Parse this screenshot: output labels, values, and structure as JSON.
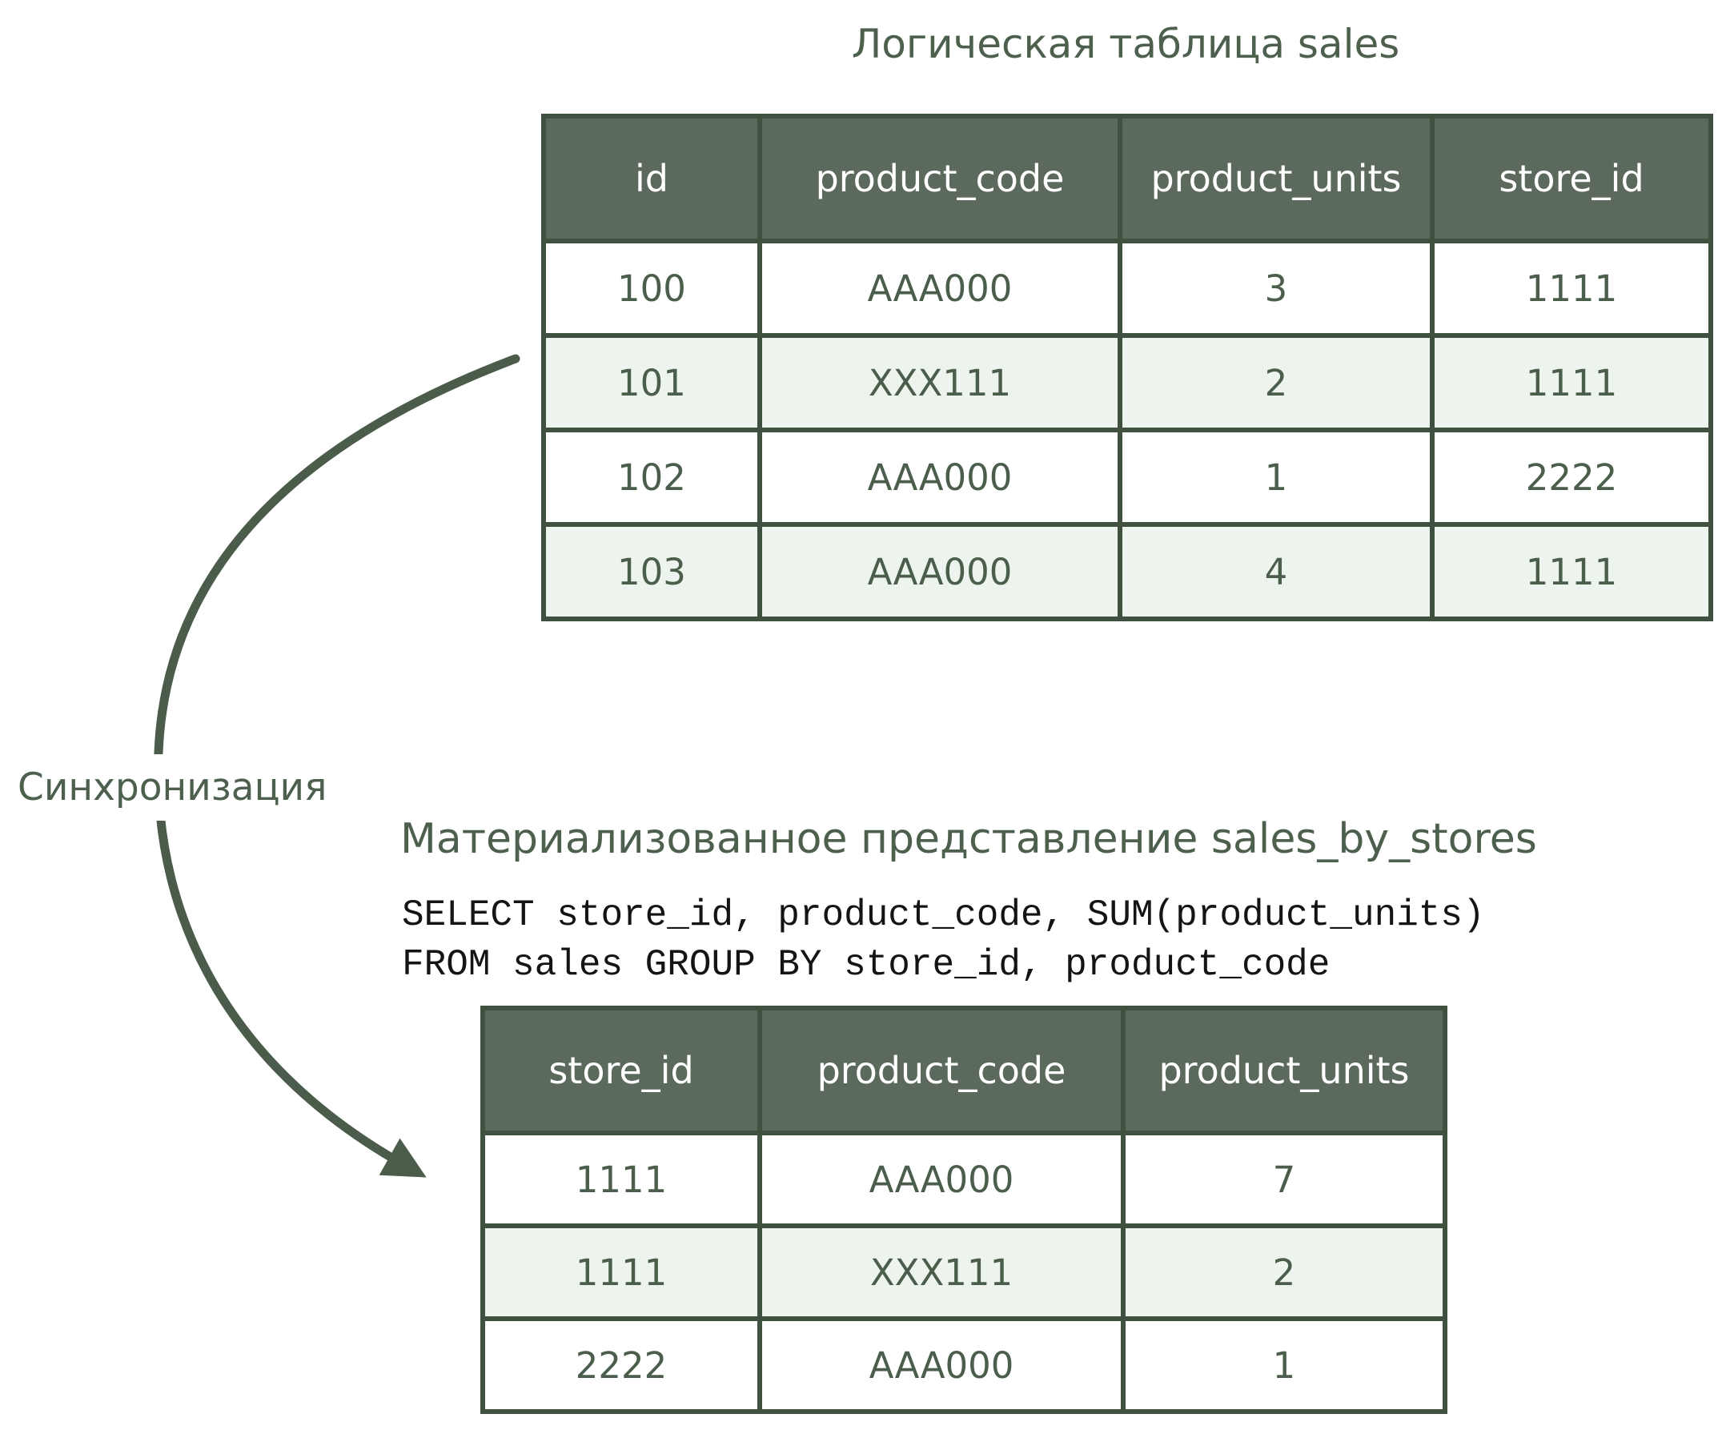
{
  "colors": {
    "background": "#ffffff",
    "header_bg": "#5c6a5e",
    "header_text": "#ffffff",
    "row_bg": "#ffffff",
    "row_alt_bg": "#edf4ed",
    "border": "#40513f",
    "cell_text": "#4b5d4b",
    "title_text": "#4d604e",
    "sql_text": "#141414",
    "arrow": "#4b5c4a"
  },
  "logical_table": {
    "title": "Логическая таблица sales",
    "columns": [
      "id",
      "product_code",
      "product_units",
      "store_id"
    ],
    "rows": [
      [
        "100",
        "AAA000",
        "3",
        "1111"
      ],
      [
        "101",
        "XXX111",
        "2",
        "1111"
      ],
      [
        "102",
        "AAA000",
        "1",
        "2222"
      ],
      [
        "103",
        "AAA000",
        "4",
        "1111"
      ]
    ]
  },
  "sync": {
    "label": "Синхронизация"
  },
  "materialized_view": {
    "title": "Материализованное представление sales_by_stores",
    "sql": [
      "SELECT store_id, product_code, SUM(product_units)",
      "FROM sales GROUP BY store_id, product_code"
    ],
    "columns": [
      "store_id",
      "product_code",
      "product_units"
    ],
    "rows": [
      [
        "1111",
        "AAA000",
        "7"
      ],
      [
        "1111",
        "XXX111",
        "2"
      ],
      [
        "2222",
        "AAA000",
        "1"
      ]
    ]
  }
}
